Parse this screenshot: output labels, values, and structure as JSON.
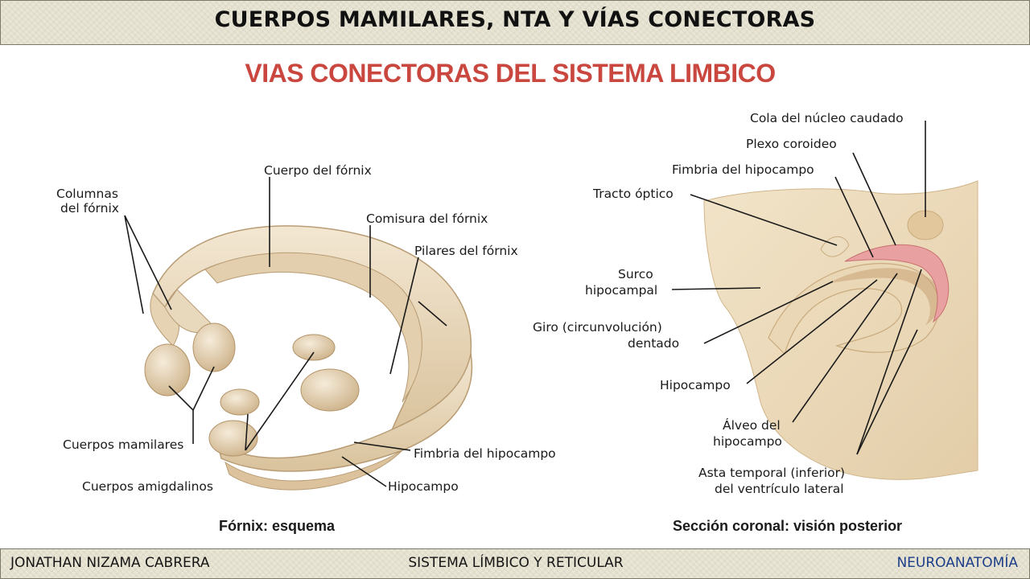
{
  "header": {
    "title": "CUERPOS MAMILARES, NTA Y VÍAS CONECTORAS"
  },
  "subtitle": "VIAS CONECTORAS DEL SISTEMA LIMBICO",
  "left_figure": {
    "caption": "Fórnix: esquema",
    "labels": {
      "columnas_line1": "Columnas",
      "columnas_line2": "del fórnix",
      "cuerpo": "Cuerpo del fórnix",
      "comisura": "Comisura del fórnix",
      "pilares": "Pilares del fórnix",
      "mamilares": "Cuerpos mamilares",
      "amigdalinos": "Cuerpos amigdalinos",
      "fimbria": "Fimbria del hipocampo",
      "hipocampo": "Hipocampo"
    }
  },
  "right_figure": {
    "caption": "Sección coronal: visión posterior",
    "labels": {
      "cola": "Cola del núcleo caudado",
      "plexo": "Plexo coroideo",
      "fimbria": "Fimbria del hipocampo",
      "tracto": "Tracto óptico",
      "surco_line1": "Surco",
      "surco_line2": "hipocampal",
      "giro_line1": "Giro (circunvolución)",
      "giro_line2": "dentado",
      "hipocampo": "Hipocampo",
      "alveo_line1": "Álveo del",
      "alveo_line2": "hipocampo",
      "asta_line1": "Asta temporal (inferior)",
      "asta_line2": "del ventrículo lateral"
    }
  },
  "footer": {
    "author": "JONATHAN NIZAMA CABRERA",
    "topic": "SISTEMA LÍMBICO Y RETICULAR",
    "course": "NEUROANATOMÍA"
  },
  "colors": {
    "title_red": "#c9473f",
    "course_blue": "#1d3f8a",
    "fornix_fill": "#e8d8bc",
    "brain_fill": "#efe0c4",
    "plexus_pink": "#e8a0a0"
  }
}
